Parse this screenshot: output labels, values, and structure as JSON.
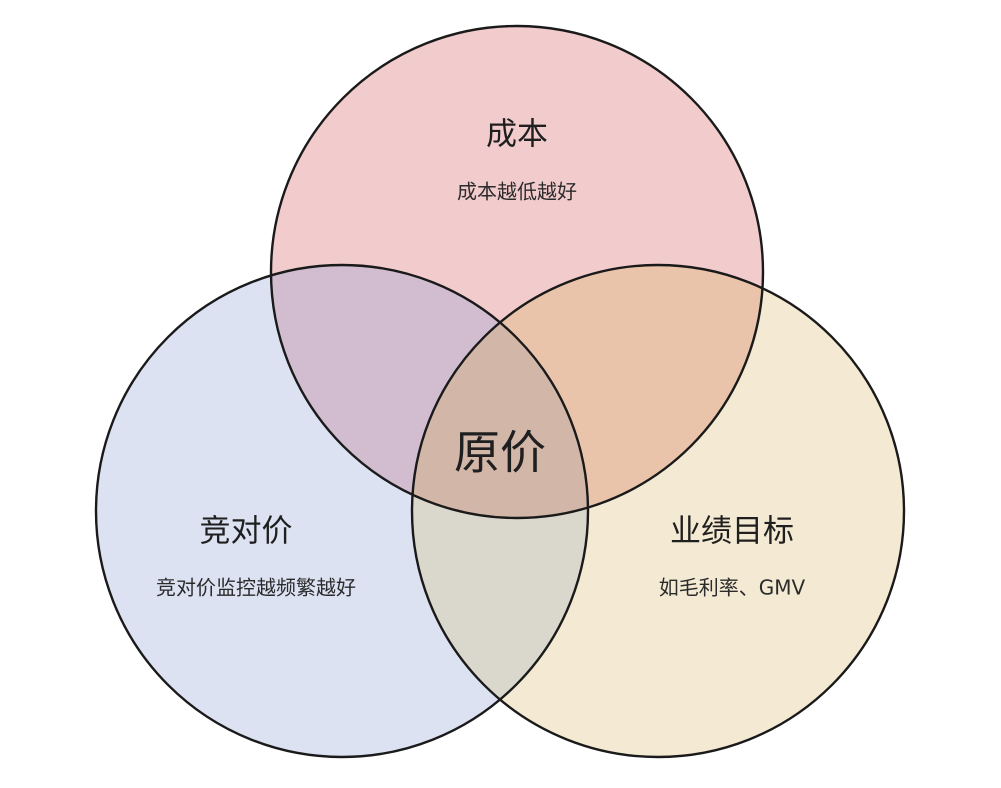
{
  "diagram": {
    "circles": [
      {
        "key": "cost",
        "title": "成本",
        "description": "成本越低越好",
        "fill": "#f2cbcc"
      },
      {
        "key": "competitor",
        "title": "竞对价",
        "description": "竞对价监控越频繁越好",
        "fill": "#dde2f3"
      },
      {
        "key": "target",
        "title": "业绩目标",
        "description": "如毛利率、GMV",
        "fill": "#f4ead3"
      }
    ],
    "center": {
      "title": "原价"
    },
    "intersection_colors": {
      "cost_competitor": "#d2bdd0",
      "cost_target": "#e9c4aa",
      "competitor_target": "#dad7cc",
      "all": "#d2b7a8"
    },
    "stroke_color": "#1a1a1a"
  }
}
